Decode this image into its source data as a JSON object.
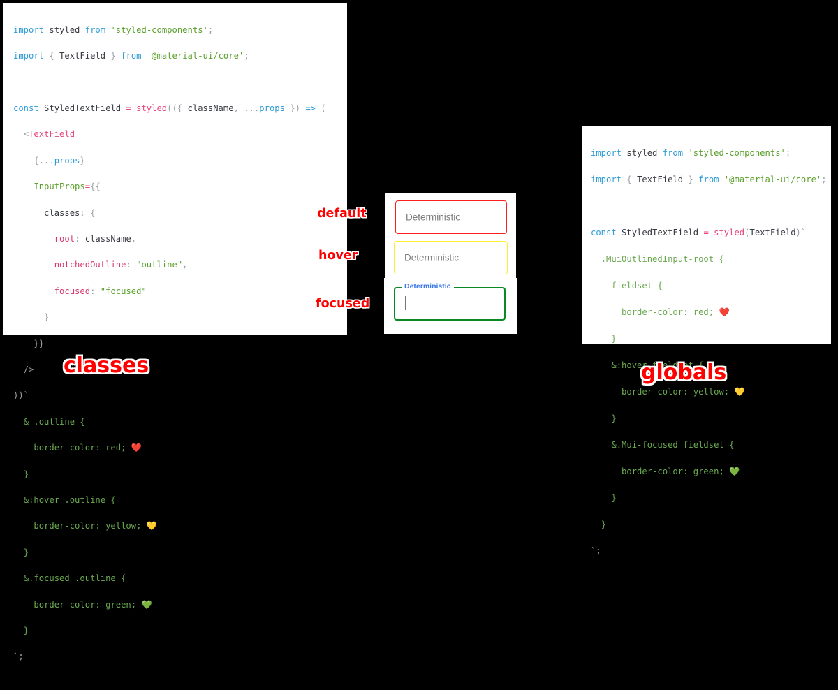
{
  "background_color": "#000000",
  "accent_color": "#ff0000",
  "panels": {
    "left": {
      "caption": "classes",
      "code_lines": [
        "import styled from 'styled-components';",
        "import { TextField } from '@material-ui/core';",
        "",
        "const StyledTextField = styled(({ className, ...props }) => (",
        "  <TextField",
        "    {...props}",
        "    InputProps={{",
        "      classes: {",
        "        root: className,",
        "        notchedOutline: \"outline\",",
        "        focused: \"focused\"",
        "      }",
        "    }}",
        "  />",
        "))`",
        "  & .outline {",
        "    border-color: red; ❤️",
        "  }",
        "  &:hover .outline {",
        "    border-color: yellow; 💛",
        "  }",
        "  &.focused .outline {",
        "    border-color: green; 💚",
        "  }",
        "`;"
      ]
    },
    "right": {
      "caption": "globals",
      "code_lines": [
        "import styled from 'styled-components';",
        "import { TextField } from '@material-ui/core';",
        "",
        "const StyledTextField = styled(TextField)`",
        "  .MuiOutlinedInput-root {",
        "    fieldset {",
        "      border-color: red; ❤️",
        "    }",
        "    &:hover fieldset {",
        "      border-color: yellow; 💛",
        "    }",
        "    &.Mui-focused fieldset {",
        "      border-color: green; 💚",
        "    }",
        "  }",
        "`;"
      ]
    }
  },
  "annotations": {
    "default": "default",
    "hover": "hover",
    "focused": "focused"
  },
  "demo": {
    "fields": [
      {
        "state": "default",
        "value": "",
        "placeholder": "Deterministic",
        "border_color": "#ff1e1e"
      },
      {
        "state": "hover",
        "value": "",
        "placeholder": "Deterministic",
        "border_color": "#ffee33"
      },
      {
        "state": "focused",
        "value": "",
        "notch_label": "Deterministic",
        "border_color": "#0a8a24",
        "label_color": "#3b78e7"
      }
    ]
  },
  "emoji": {
    "red_heart": "❤️",
    "yellow_heart": "💛",
    "green_heart": "💚"
  }
}
